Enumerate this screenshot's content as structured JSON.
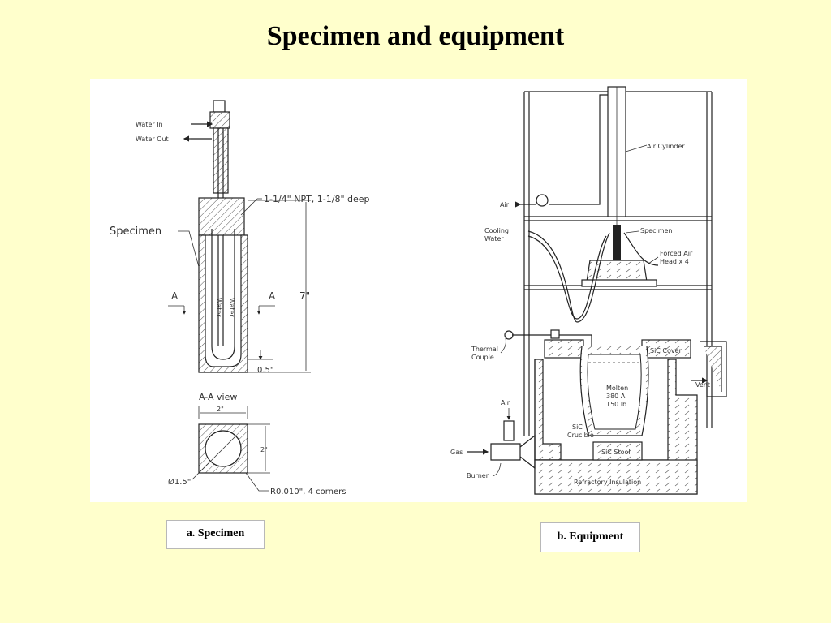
{
  "slide": {
    "title": "Specimen and equipment"
  },
  "specimen_drawing": {
    "water_in": "Water In",
    "water_out": "Water Out",
    "thread_note": "1-1/4\" NPT, 1-1/8\" deep",
    "specimen_label": "Specimen",
    "section_a_left": "A",
    "section_a_right": "A",
    "height_dim": "7\"",
    "bottom_dim": "0.5\"",
    "water_left": "Water",
    "water_right": "Water",
    "view_title": "A-A view",
    "width_dim": "2\"",
    "side_dim": "2\"",
    "diameter_dim": "Ø1.5\"",
    "corner_note": "R0.010\", 4 corners"
  },
  "equipment_drawing": {
    "air_cylinder": "Air Cylinder",
    "air_top": "Air",
    "cooling_water_1": "Cooling",
    "cooling_water_2": "Water",
    "specimen": "Specimen",
    "forced_air_1": "Forced Air",
    "forced_air_2": "Head x 4",
    "thermo_1": "Thermal",
    "thermo_2": "Couple",
    "sic_cover": "SiC Cover",
    "vent": "Vent",
    "molten_1": "Molten",
    "molten_2": "380 Al",
    "molten_3": "150 lb",
    "air_burner": "Air",
    "sic_crucible_1": "SiC",
    "sic_crucible_2": "Crucible",
    "gas": "Gas",
    "sic_stool": "SiC Stool",
    "burner": "Burner",
    "refractory": "Refractory Insulation"
  },
  "captions": {
    "specimen": "a. Specimen",
    "equipment": "b. Equipment"
  }
}
